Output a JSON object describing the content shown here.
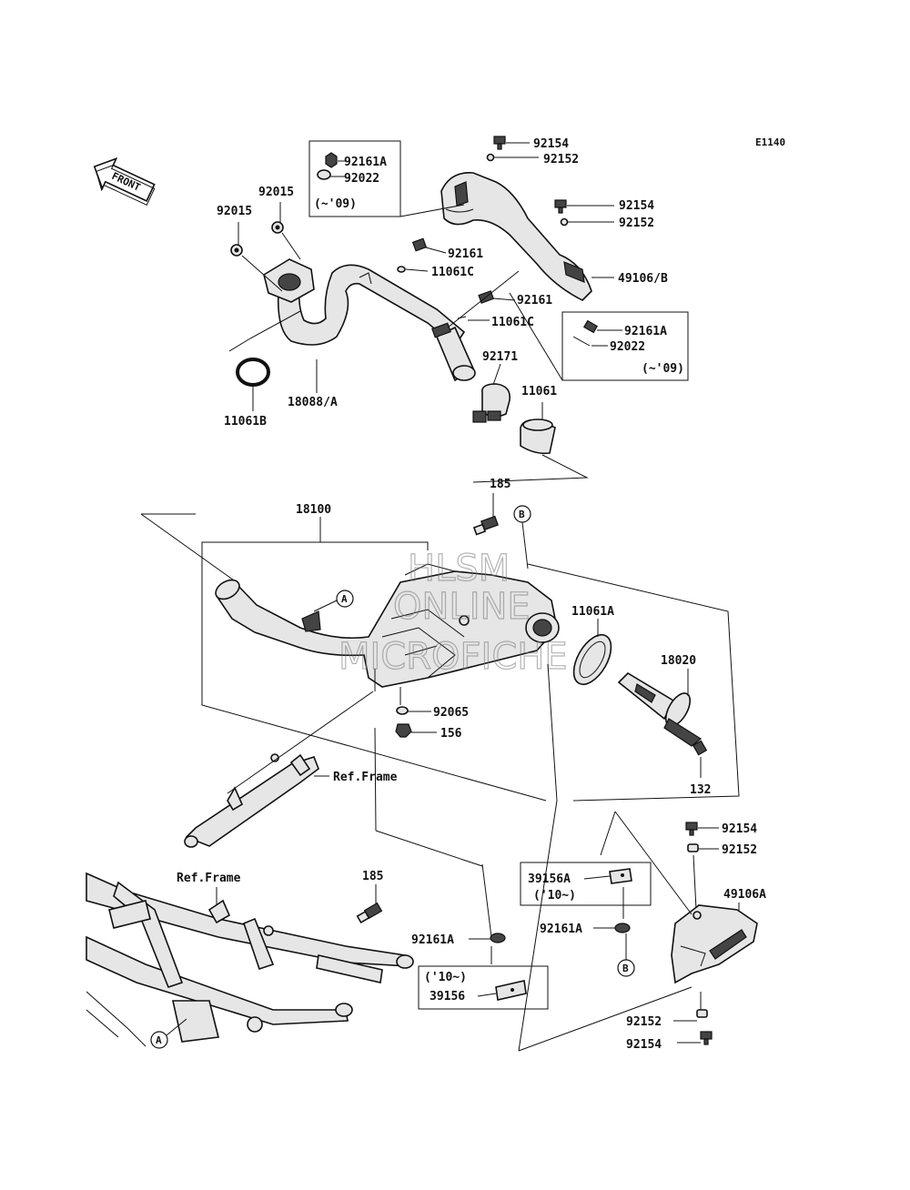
{
  "diagram_code": "E1140",
  "front_label": "FRONT",
  "callouts": {
    "A": "A",
    "B": "B"
  },
  "labels": {
    "p92154_top": "92154",
    "p92152_top": "92152",
    "p92154_b": "92154",
    "p92152_b": "92152",
    "p49106B": "49106/B",
    "p92161A_box": "92161A",
    "p92022_box": "92022",
    "box_09_a": "(~'09)",
    "p92015_l": "92015",
    "p92015_r": "92015",
    "p92161": "92161",
    "p11061C": "11061C",
    "p92161_2": "92161",
    "p11061C_2": "11061C",
    "p92161A_box2": "92161A",
    "p92022_box2": "92022",
    "box_09_b": "(~'09)",
    "p92171": "92171",
    "p11061": "11061",
    "p11061B": "11061B",
    "p18088A": "18088/A",
    "p185_top": "185",
    "p18100": "18100",
    "p11061A": "11061A",
    "p18020": "18020",
    "p92065": "92065",
    "p156": "156",
    "p132": "132",
    "ref_frame_1": "Ref.Frame",
    "ref_frame_2": "Ref.Frame",
    "p185_bot": "185",
    "p92154_r": "92154",
    "p92152_r": "92152",
    "p49106A": "49106A",
    "p39156A": "39156A",
    "box_10_a": "('10~)",
    "p92161A_mid": "92161A",
    "p92161A_left": "92161A",
    "box_10_b": "('10~)",
    "p39156": "39156",
    "p92152_br": "92152",
    "p92154_br": "92154"
  },
  "watermark": {
    "line1": "HLSM",
    "line2": "ONLINE",
    "line3": "MICROFICHE"
  }
}
